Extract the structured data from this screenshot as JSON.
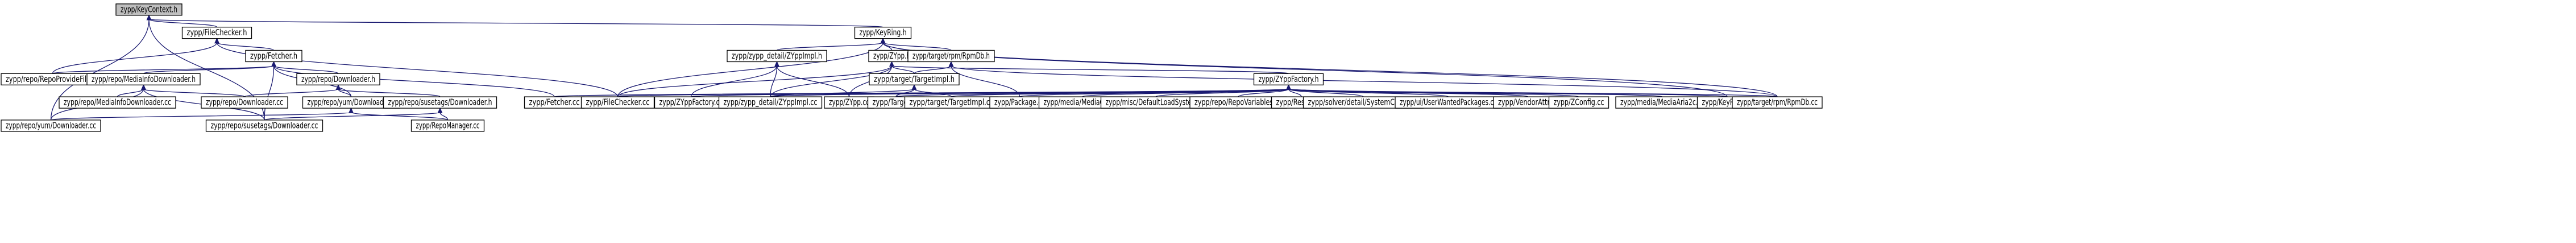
{
  "graph": {
    "nodes": [
      {
        "id": "KeyContext_h",
        "label": "zypp/KeyContext.h",
        "root": true
      },
      {
        "id": "FileChecker_h",
        "label": "zypp/FileChecker.h"
      },
      {
        "id": "KeyRing_h",
        "label": "zypp/KeyRing.h"
      },
      {
        "id": "Fetcher_h",
        "label": "zypp/Fetcher.h"
      },
      {
        "id": "ZYppImpl_h",
        "label": "zypp/zypp_detail/ZYppImpl.h"
      },
      {
        "id": "ZYpp_h",
        "label": "zypp/ZYpp.h"
      },
      {
        "id": "RpmDb_h",
        "label": "zypp/target/rpm/RpmDb.h"
      },
      {
        "id": "RepoProvideFile_cc",
        "label": "zypp/repo/RepoProvideFile.cc"
      },
      {
        "id": "MediaInfoDownloader_h",
        "label": "zypp/repo/MediaInfoDownloader.h"
      },
      {
        "id": "Downloader_h",
        "label": "zypp/repo/Downloader.h"
      },
      {
        "id": "TargetImpl_h",
        "label": "zypp/target/TargetImpl.h"
      },
      {
        "id": "ZYppFactory_h",
        "label": "zypp/ZYppFactory.h"
      },
      {
        "id": "MediaInfoDownloader_cc",
        "label": "zypp/repo/MediaInfoDownloader.cc"
      },
      {
        "id": "Downloader_cc",
        "label": "zypp/repo/Downloader.cc"
      },
      {
        "id": "yum_Downloader_h",
        "label": "zypp/repo/yum/Downloader.h"
      },
      {
        "id": "susetags_Downloader_h",
        "label": "zypp/repo/susetags/Downloader.h"
      },
      {
        "id": "Fetcher_cc",
        "label": "zypp/Fetcher.cc"
      },
      {
        "id": "FileChecker_cc",
        "label": "zypp/FileChecker.cc"
      },
      {
        "id": "ZYppFactory_cc",
        "label": "zypp/ZYppFactory.cc"
      },
      {
        "id": "ZYppImpl_cc",
        "label": "zypp/zypp_detail/ZYppImpl.cc"
      },
      {
        "id": "ZYpp_cc",
        "label": "zypp/ZYpp.cc"
      },
      {
        "id": "Target_cc",
        "label": "zypp/Target.cc"
      },
      {
        "id": "TargetImpl_cc",
        "label": "zypp/target/TargetImpl.cc"
      },
      {
        "id": "Package_cc",
        "label": "zypp/Package.cc"
      },
      {
        "id": "MediaCurl_cc",
        "label": "zypp/media/MediaCurl.cc"
      },
      {
        "id": "DefaultLoadSystem_cc",
        "label": "zypp/misc/DefaultLoadSystem.cc"
      },
      {
        "id": "RepoVariables_cc",
        "label": "zypp/repo/RepoVariables.cc"
      },
      {
        "id": "ResPool_cc",
        "label": "zypp/ResPool.cc"
      },
      {
        "id": "SystemCheck_cc",
        "label": "zypp/solver/detail/SystemCheck.cc"
      },
      {
        "id": "UserWantedPackages_cc",
        "label": "zypp/ui/UserWantedPackages.cc"
      },
      {
        "id": "VendorAttr_cc",
        "label": "zypp/VendorAttr.cc"
      },
      {
        "id": "ZConfig_cc",
        "label": "zypp/ZConfig.cc"
      },
      {
        "id": "MediaAria2c_cc",
        "label": "zypp/media/MediaAria2c.cc"
      },
      {
        "id": "KeyRing_cc",
        "label": "zypp/KeyRing.cc"
      },
      {
        "id": "RpmDb_cc",
        "label": "zypp/target/rpm/RpmDb.cc"
      },
      {
        "id": "yum_Downloader_cc",
        "label": "zypp/repo/yum/Downloader.cc"
      },
      {
        "id": "susetags_Downloader_cc",
        "label": "zypp/repo/susetags/Downloader.cc"
      },
      {
        "id": "RepoManager_cc",
        "label": "zypp/RepoManager.cc"
      }
    ],
    "edges": [
      [
        "FileChecker_h",
        "KeyContext_h"
      ],
      [
        "KeyRing_h",
        "KeyContext_h"
      ],
      [
        "yum_Downloader_cc",
        "KeyContext_h"
      ],
      [
        "susetags_Downloader_cc",
        "KeyContext_h"
      ],
      [
        "Fetcher_h",
        "FileChecker_h"
      ],
      [
        "RepoProvideFile_cc",
        "FileChecker_h"
      ],
      [
        "FileChecker_cc",
        "FileChecker_h"
      ],
      [
        "ZYppImpl_h",
        "KeyRing_h"
      ],
      [
        "ZYpp_h",
        "KeyRing_h"
      ],
      [
        "RpmDb_h",
        "KeyRing_h"
      ],
      [
        "FileChecker_cc",
        "KeyRing_h"
      ],
      [
        "KeyRing_cc",
        "KeyRing_h"
      ],
      [
        "RpmDb_cc",
        "KeyRing_h"
      ],
      [
        "RepoProvideFile_cc",
        "Fetcher_h"
      ],
      [
        "MediaInfoDownloader_h",
        "Fetcher_h"
      ],
      [
        "Downloader_h",
        "Fetcher_h"
      ],
      [
        "Fetcher_cc",
        "Fetcher_h"
      ],
      [
        "yum_Downloader_h",
        "Fetcher_h"
      ],
      [
        "susetags_Downloader_cc",
        "Fetcher_h"
      ],
      [
        "MediaInfoDownloader_cc",
        "MediaInfoDownloader_h"
      ],
      [
        "yum_Downloader_cc",
        "MediaInfoDownloader_h"
      ],
      [
        "susetags_Downloader_cc",
        "MediaInfoDownloader_h"
      ],
      [
        "Downloader_cc",
        "MediaInfoDownloader_h"
      ],
      [
        "Downloader_cc",
        "Downloader_h"
      ],
      [
        "yum_Downloader_h",
        "Downloader_h"
      ],
      [
        "susetags_Downloader_h",
        "Downloader_h"
      ],
      [
        "yum_Downloader_cc",
        "yum_Downloader_h"
      ],
      [
        "RepoManager_cc",
        "yum_Downloader_h"
      ],
      [
        "susetags_Downloader_cc",
        "susetags_Downloader_h"
      ],
      [
        "RepoManager_cc",
        "susetags_Downloader_h"
      ],
      [
        "ZYppFactory_cc",
        "ZYppImpl_h"
      ],
      [
        "ZYppImpl_cc",
        "ZYppImpl_h"
      ],
      [
        "ZYpp_cc",
        "ZYppImpl_h"
      ],
      [
        "TargetImpl_h",
        "ZYpp_h"
      ],
      [
        "ZYppFactory_h",
        "ZYpp_h"
      ],
      [
        "ZYpp_cc",
        "ZYpp_h"
      ],
      [
        "ZYppImpl_cc",
        "ZYpp_h"
      ],
      [
        "FileChecker_cc",
        "ZYpp_h"
      ],
      [
        "TargetImpl_h",
        "RpmDb_h"
      ],
      [
        "Package_cc",
        "RpmDb_h"
      ],
      [
        "RpmDb_cc",
        "RpmDb_h"
      ],
      [
        "ZYppImpl_cc",
        "TargetImpl_h"
      ],
      [
        "Target_cc",
        "TargetImpl_h"
      ],
      [
        "TargetImpl_cc",
        "TargetImpl_h"
      ],
      [
        "Fetcher_cc",
        "ZYppFactory_h"
      ],
      [
        "FileChecker_cc",
        "ZYppFactory_h"
      ],
      [
        "ZYppFactory_cc",
        "ZYppFactory_h"
      ],
      [
        "ZYppImpl_cc",
        "ZYppFactory_h"
      ],
      [
        "Target_cc",
        "ZYppFactory_h"
      ],
      [
        "TargetImpl_cc",
        "ZYppFactory_h"
      ],
      [
        "Package_cc",
        "ZYppFactory_h"
      ],
      [
        "MediaCurl_cc",
        "ZYppFactory_h"
      ],
      [
        "DefaultLoadSystem_cc",
        "ZYppFactory_h"
      ],
      [
        "RepoVariables_cc",
        "ZYppFactory_h"
      ],
      [
        "ResPool_cc",
        "ZYppFactory_h"
      ],
      [
        "SystemCheck_cc",
        "ZYppFactory_h"
      ],
      [
        "UserWantedPackages_cc",
        "ZYppFactory_h"
      ],
      [
        "VendorAttr_cc",
        "ZYppFactory_h"
      ],
      [
        "ZConfig_cc",
        "ZYppFactory_h"
      ],
      [
        "MediaAria2c_cc",
        "ZYppFactory_h"
      ],
      [
        "KeyRing_cc",
        "ZYppFactory_h"
      ],
      [
        "RpmDb_cc",
        "ZYppFactory_h"
      ]
    ]
  }
}
